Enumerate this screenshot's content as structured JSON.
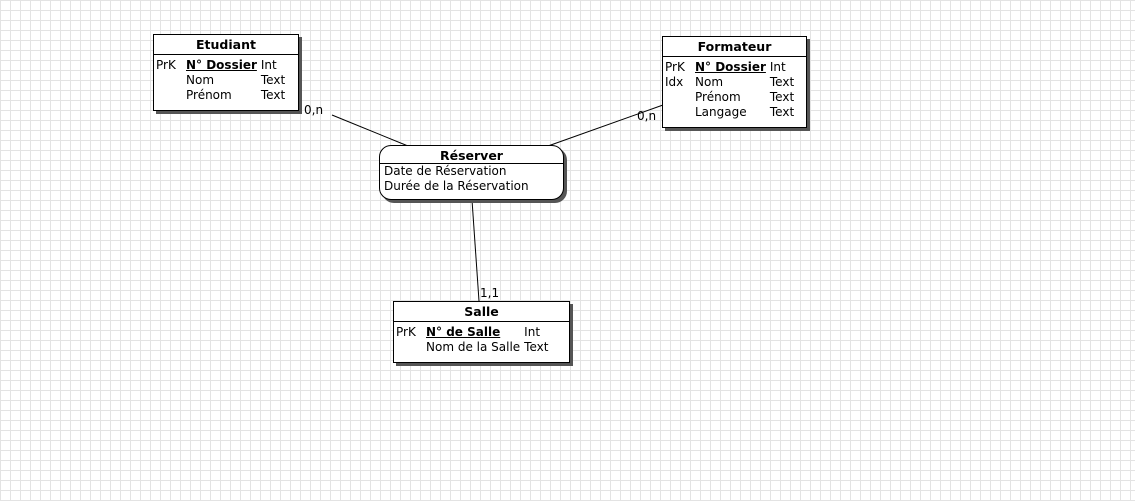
{
  "entities": {
    "etudiant": {
      "title": "Etudiant",
      "rows": [
        {
          "key": "PrK",
          "name": "N° Dossier",
          "type": "Int"
        },
        {
          "key": "",
          "name": "Nom",
          "type": "Text"
        },
        {
          "key": "",
          "name": "Prénom",
          "type": "Text"
        }
      ]
    },
    "formateur": {
      "title": "Formateur",
      "rows": [
        {
          "key": "PrK",
          "name": "N° Dossier",
          "type": "Int"
        },
        {
          "key": "Idx",
          "name": "Nom",
          "type": "Text"
        },
        {
          "key": "",
          "name": "Prénom",
          "type": "Text"
        },
        {
          "key": "",
          "name": "Langage",
          "type": "Text"
        }
      ]
    },
    "salle": {
      "title": "Salle",
      "rows": [
        {
          "key": "PrK",
          "name": "N° de Salle",
          "type": "Int"
        },
        {
          "key": "",
          "name": "Nom de la Salle",
          "type": "Text"
        }
      ]
    }
  },
  "association": {
    "title": "Réserver",
    "attributes": [
      "Date de Réservation",
      "Durée de la Réservation"
    ]
  },
  "cardinalities": {
    "etudiant": "0,n",
    "formateur": "0,n",
    "salle": "1,1"
  }
}
